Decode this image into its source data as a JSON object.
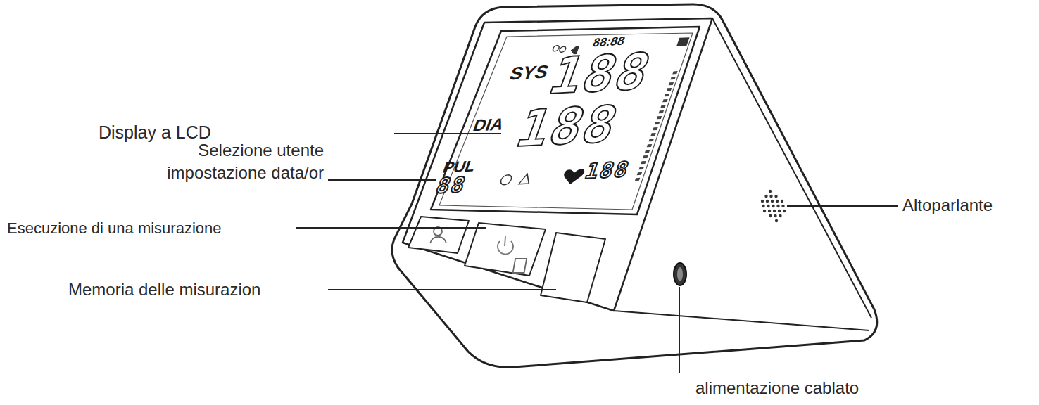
{
  "diagram": {
    "labels": [
      "Display a LCD",
      "Selezione utente impostazione data/or",
      "Esecuzione di una misurazione",
      "Memoria delle misurazion",
      "Altoparlante",
      "alimentazione cablato",
      "88:88",
      "SYS",
      "188",
      "DIA",
      "188",
      "PUL",
      "88",
      "188"
    ]
  }
}
